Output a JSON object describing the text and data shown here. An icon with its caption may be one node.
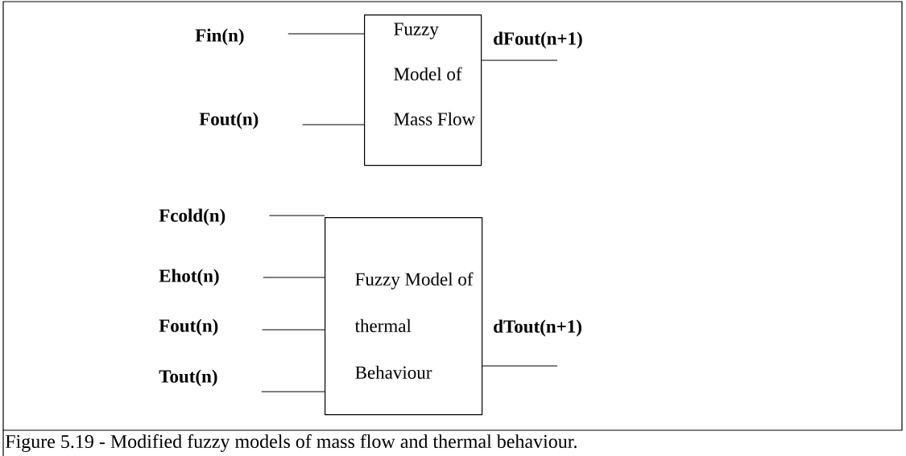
{
  "diagram": {
    "caption": "Figure 5.19 - Modified fuzzy models of mass flow and thermal behaviour.",
    "nodes": [
      {
        "text": [
          "Fin(n)"
        ]
      },
      {
        "text": [
          "Fout(n)"
        ]
      },
      {
        "text": [
          "Fuzzy Model of Mass Flow"
        ]
      },
      {
        "text": [
          "dFout(n+1)"
        ]
      },
      {
        "text": [
          "Fcold(n)"
        ]
      },
      {
        "text": [
          "Ehot(n)"
        ]
      },
      {
        "text": [
          "Fout(n)"
        ]
      },
      {
        "text": [
          "Tout(n)"
        ]
      },
      {
        "text": [
          "Fuzzy Model of thermal Behaviour"
        ]
      },
      {
        "text": [
          "dTout(n+1)"
        ]
      }
    ],
    "edges": [
      {
        "from": 0,
        "to": 2,
        "arrow": "none"
      },
      {
        "from": 1,
        "to": 2,
        "arrow": "none"
      },
      {
        "from": 2,
        "to": 3,
        "arrow": "none"
      },
      {
        "from": 4,
        "to": 8,
        "arrow": "none"
      },
      {
        "from": 5,
        "to": 8,
        "arrow": "none"
      },
      {
        "from": 6,
        "to": 8,
        "arrow": "none"
      },
      {
        "from": 7,
        "to": 8,
        "arrow": "none"
      },
      {
        "from": 8,
        "to": 9,
        "arrow": "none"
      }
    ]
  }
}
